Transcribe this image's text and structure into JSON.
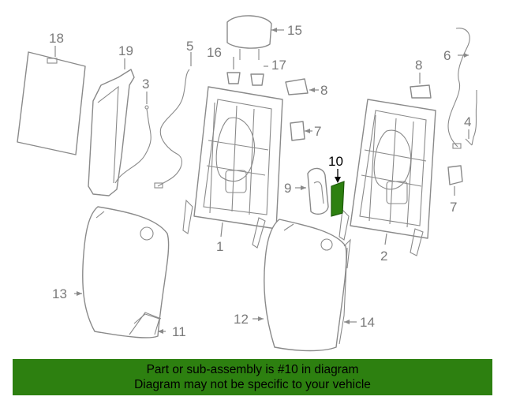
{
  "callouts": {
    "c1": "1",
    "c2": "2",
    "c3": "3",
    "c4": "4",
    "c5": "5",
    "c6": "6",
    "c7a": "7",
    "c7b": "7",
    "c8a": "8",
    "c8b": "8",
    "c9": "9",
    "c10": "10",
    "c11": "11",
    "c12": "12",
    "c13": "13",
    "c14": "14",
    "c15": "15",
    "c16": "16",
    "c17": "17",
    "c18": "18",
    "c19": "19"
  },
  "highlight": {
    "part": "10",
    "color": "#2d8010"
  },
  "banner": {
    "line1": "Part or sub-assembly is #10 in diagram",
    "line2": "Diagram may not be specific to your vehicle",
    "background": "#2d8010"
  }
}
